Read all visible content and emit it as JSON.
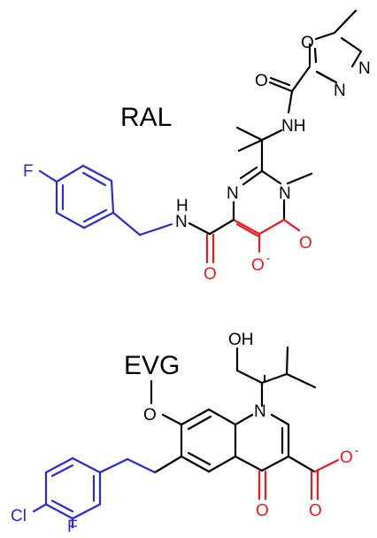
{
  "colors": {
    "default": "#000000",
    "blue": "#2a2ad8",
    "red": "#e8191e"
  },
  "molecules": {
    "ral": {
      "title": "RAL",
      "atoms": {
        "ring_o": "O",
        "ring_n1": "N",
        "ring_n2": "N",
        "amide_o": "O",
        "amide_nh": "NH",
        "pyr_n3": "N",
        "pyr_n1": "N",
        "fluorine": "F",
        "nh_n": "N",
        "nh_h": "H",
        "keto_o": "O",
        "carbonyl_o": "O",
        "oxide_o": "O",
        "oxide_charge": "-"
      }
    },
    "evg": {
      "title": "EVG",
      "atoms": {
        "oh": "OH",
        "methoxy_o": "O",
        "quin_n": "N",
        "chlorine": "Cl",
        "fluorine": "F",
        "keto_o": "O",
        "acid_o_double": "O",
        "acid_o_single": "O",
        "acid_charge": "-"
      }
    }
  }
}
